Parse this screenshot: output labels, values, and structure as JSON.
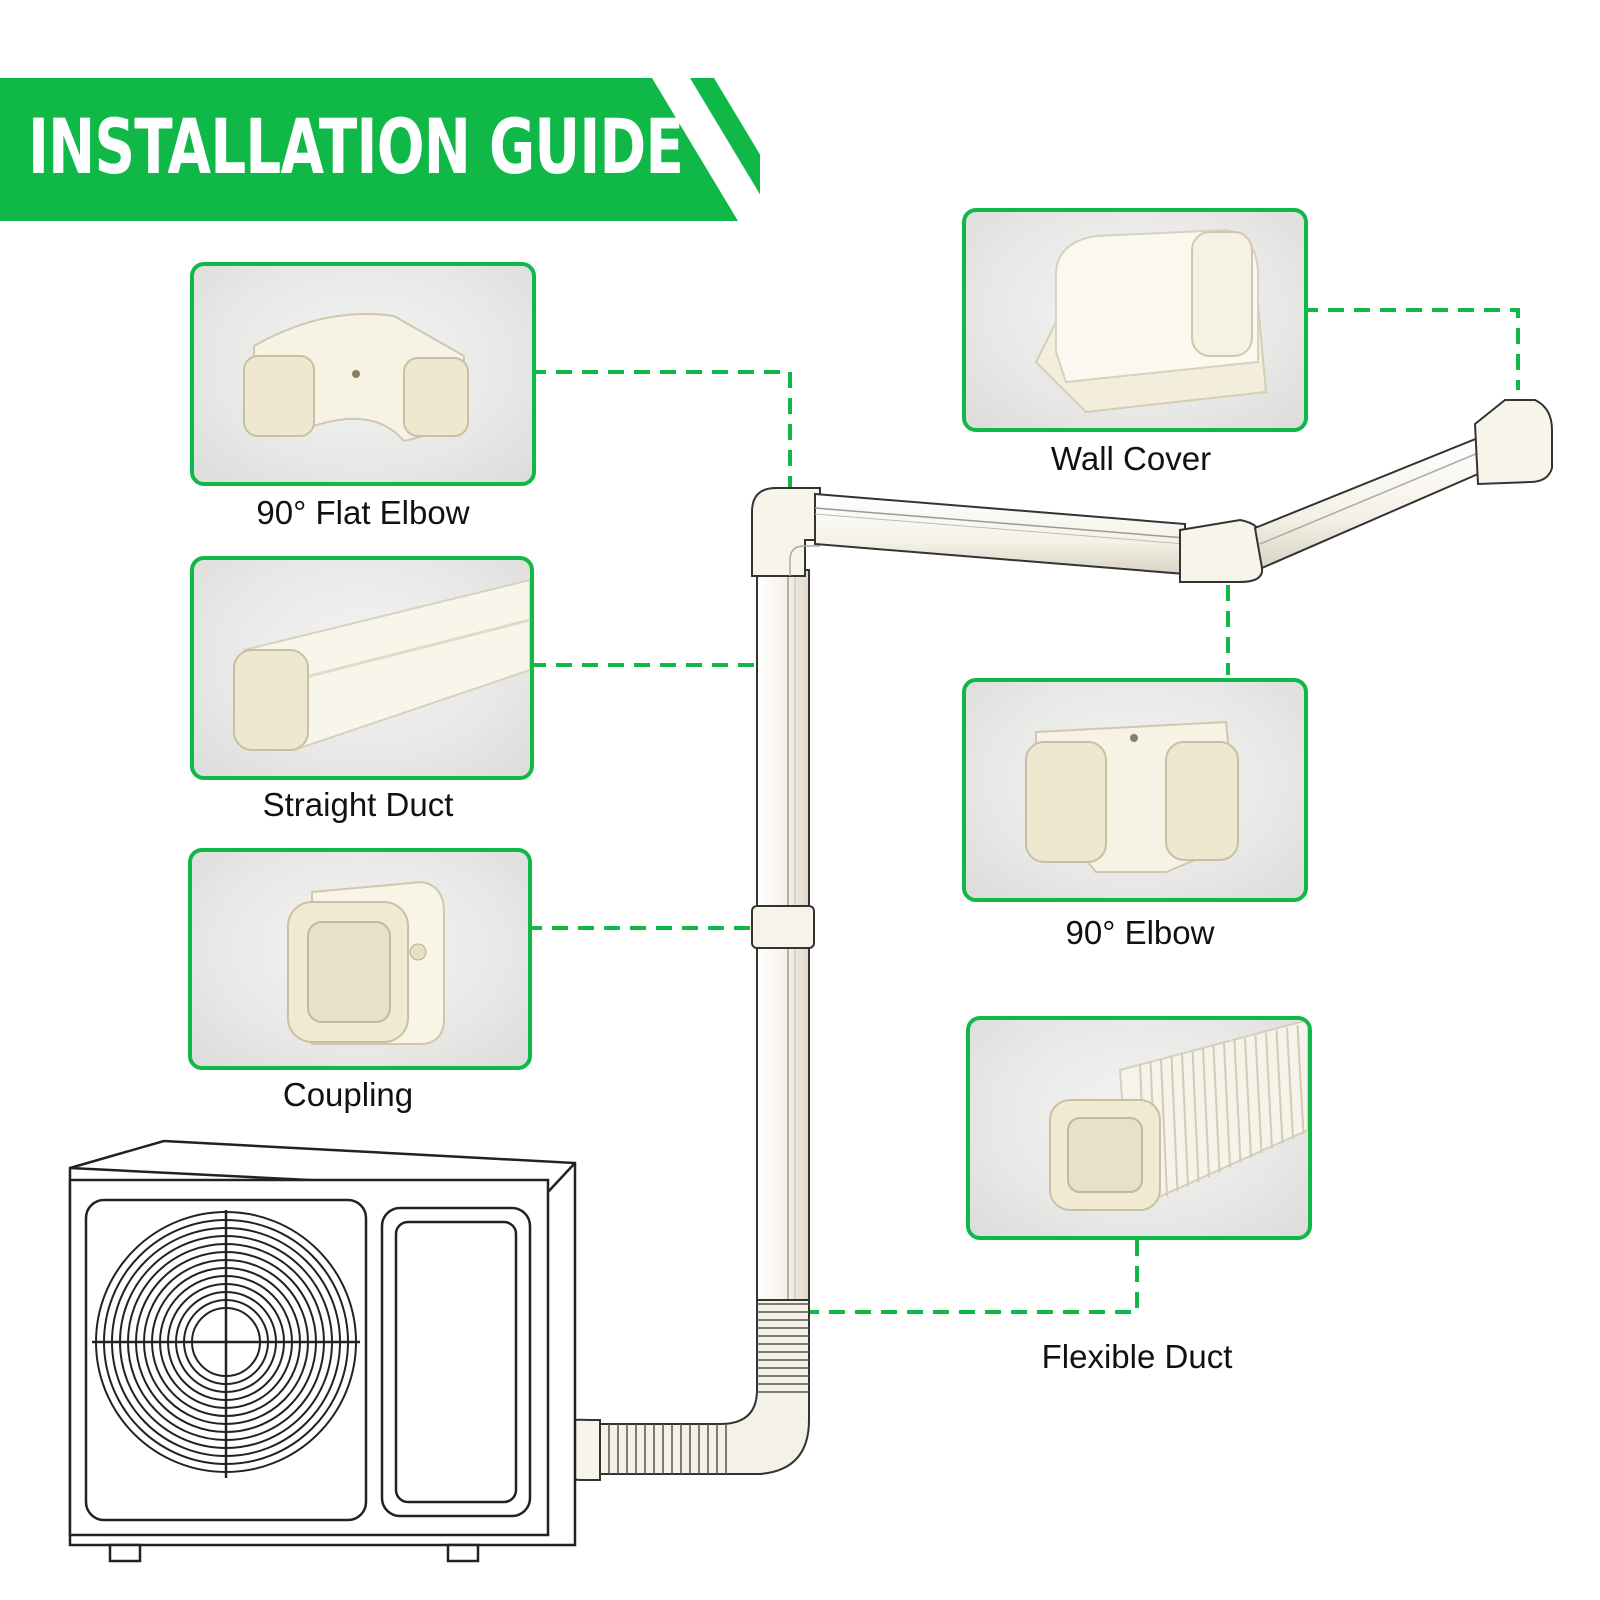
{
  "title": "INSTALLATION GUIDE",
  "colors": {
    "accent_green": "#10b848",
    "duct_cream": "#f7f4ea",
    "outline": "#222222",
    "background": "#ffffff"
  },
  "parts": [
    {
      "id": "flat-elbow",
      "label": "90° Flat Elbow",
      "icon": "flat-elbow-photo"
    },
    {
      "id": "straight-duct",
      "label": "Straight Duct",
      "icon": "straight-duct-photo"
    },
    {
      "id": "coupling",
      "label": "Coupling",
      "icon": "coupling-photo"
    },
    {
      "id": "wall-cover",
      "label": "Wall Cover",
      "icon": "wall-cover-photo"
    },
    {
      "id": "elbow",
      "label": "90° Elbow",
      "icon": "elbow-photo"
    },
    {
      "id": "flexible-duct",
      "label": "Flexible Duct",
      "icon": "flexible-duct-photo"
    }
  ],
  "unit_icon": "outdoor-ac-unit-illustration"
}
